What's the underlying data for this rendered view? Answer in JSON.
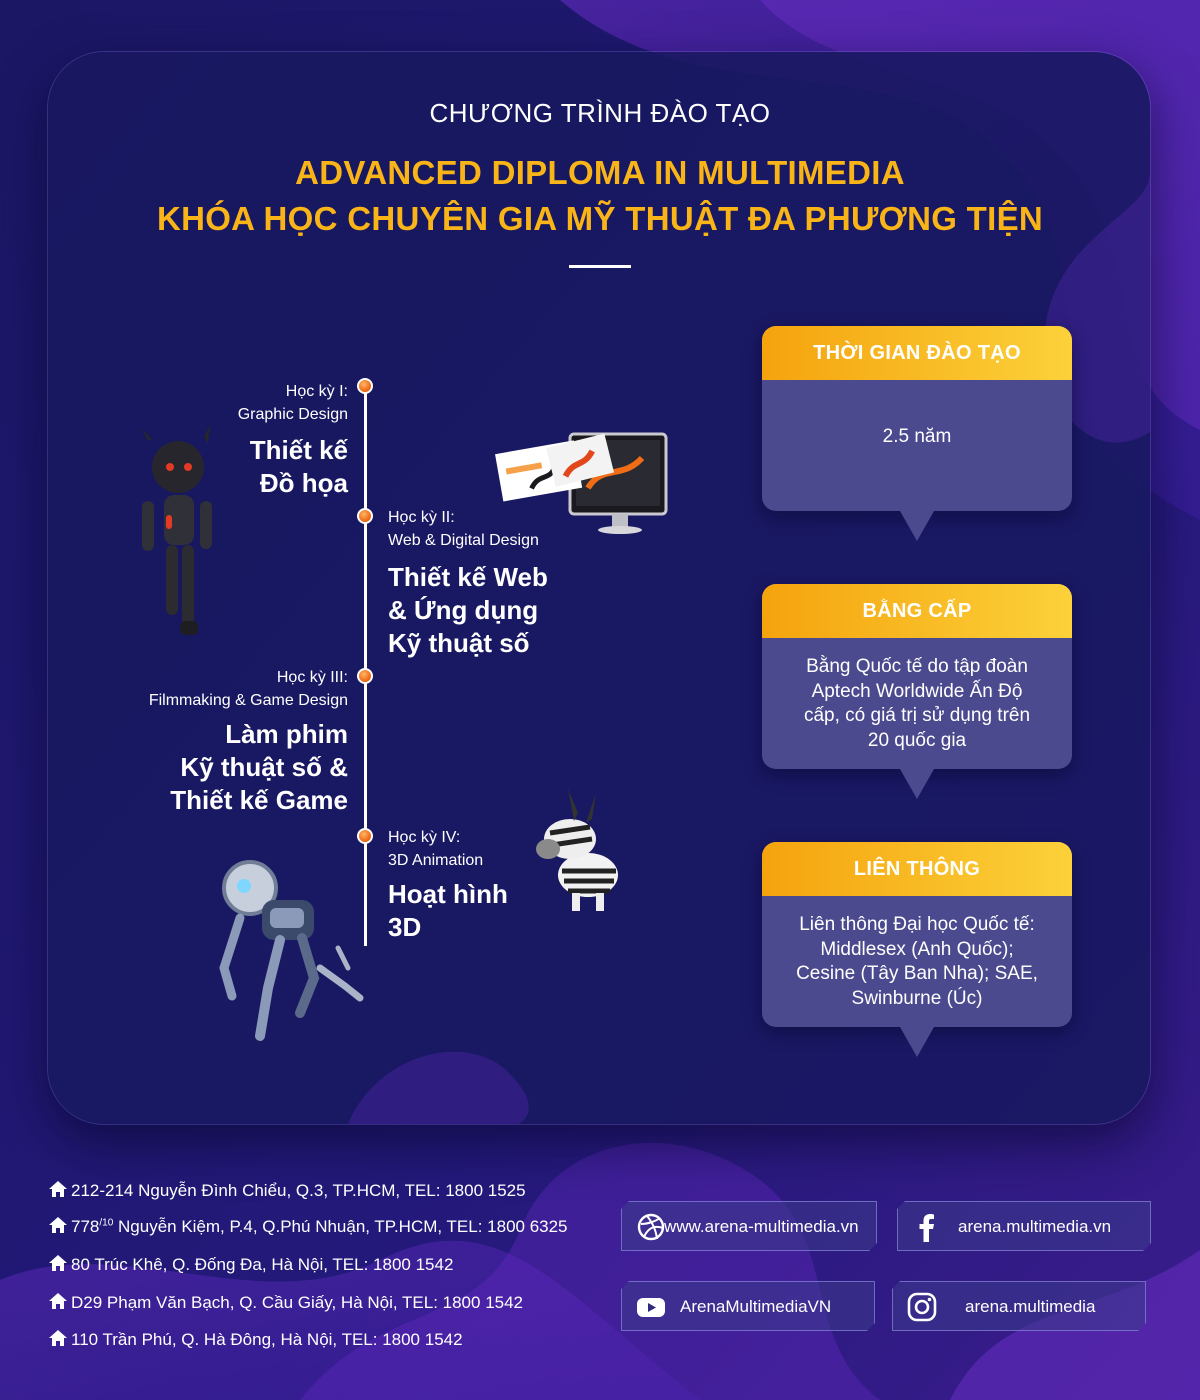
{
  "header": {
    "subtitle": "CHƯƠNG TRÌNH ĐÀO TẠO",
    "title_en": "ADVANCED DIPLOMA IN MULTIMEDIA",
    "title_vi": "KHÓA HỌC CHUYÊN GIA MỸ THUẬT ĐA PHƯƠNG TIỆN"
  },
  "terms": [
    {
      "term": "Học kỳ I:",
      "subject": "Graphic Design",
      "title_lines": [
        "Thiết kế",
        "Đồ họa"
      ]
    },
    {
      "term": "Học kỳ II:",
      "subject": "Web & Digital Design",
      "title_lines": [
        "Thiết kế Web",
        "& Ứng dụng",
        "Kỹ thuật số"
      ]
    },
    {
      "term": "Học kỳ III:",
      "subject": "Filmmaking & Game Design",
      "title_lines": [
        "Làm phim",
        "Kỹ thuật số &",
        "Thiết kế Game"
      ]
    },
    {
      "term": "Học kỳ IV:",
      "subject": "3D Animation",
      "title_lines": [
        "Hoạt hình",
        "3D"
      ]
    }
  ],
  "info_boxes": [
    {
      "heading": "THỜI GIAN ĐÀO TẠO",
      "lines": [
        "2.5 năm"
      ]
    },
    {
      "heading": "BẰNG CẤP",
      "lines": [
        "Bằng Quốc tế do tập đoàn",
        "Aptech Worldwide Ấn Độ",
        "cấp, có giá trị sử dụng trên",
        "20 quốc gia"
      ]
    },
    {
      "heading": "LIÊN THÔNG",
      "lines": [
        "Liên thông Đại học Quốc tế:",
        "Middlesex (Anh Quốc);",
        "Cesine (Tây Ban Nha); SAE,",
        "Swinburne (Úc)"
      ]
    }
  ],
  "addresses": [
    {
      "pre": "212-214 Nguyễn Đình Chiểu, Q.3, TP.HCM, TEL: 1800 1525"
    },
    {
      "pre": "778",
      "sup": "/10",
      "post": " Nguyễn Kiệm, P.4, Q.Phú Nhuận, TP.HCM, TEL: 1800 6325"
    },
    {
      "pre": "80 Trúc Khê, Q. Đống Đa, Hà Nội, TEL: 1800 1542"
    },
    {
      "pre": "D29 Phạm Văn Bạch, Q. Cầu Giấy, Hà Nội, TEL: 1800 1542"
    },
    {
      "pre": "110 Trần Phú, Q. Hà Đông, Hà Nội, TEL: 1800 1542"
    }
  ],
  "social": {
    "website": "www.arena-multimedia.vn",
    "facebook": "arena.multimedia.vn",
    "youtube": "ArenaMultimediaVN",
    "instagram": "arena.multimedia"
  },
  "colors": {
    "accent": "#f9b417",
    "timeline_dot": "#f06d16",
    "background": "#1f1670",
    "box_fill": "#4c4a8e"
  },
  "icons": {
    "address": "home-icon",
    "website": "dribbble-icon",
    "facebook": "facebook-icon",
    "youtube": "youtube-icon",
    "instagram": "instagram-icon"
  }
}
